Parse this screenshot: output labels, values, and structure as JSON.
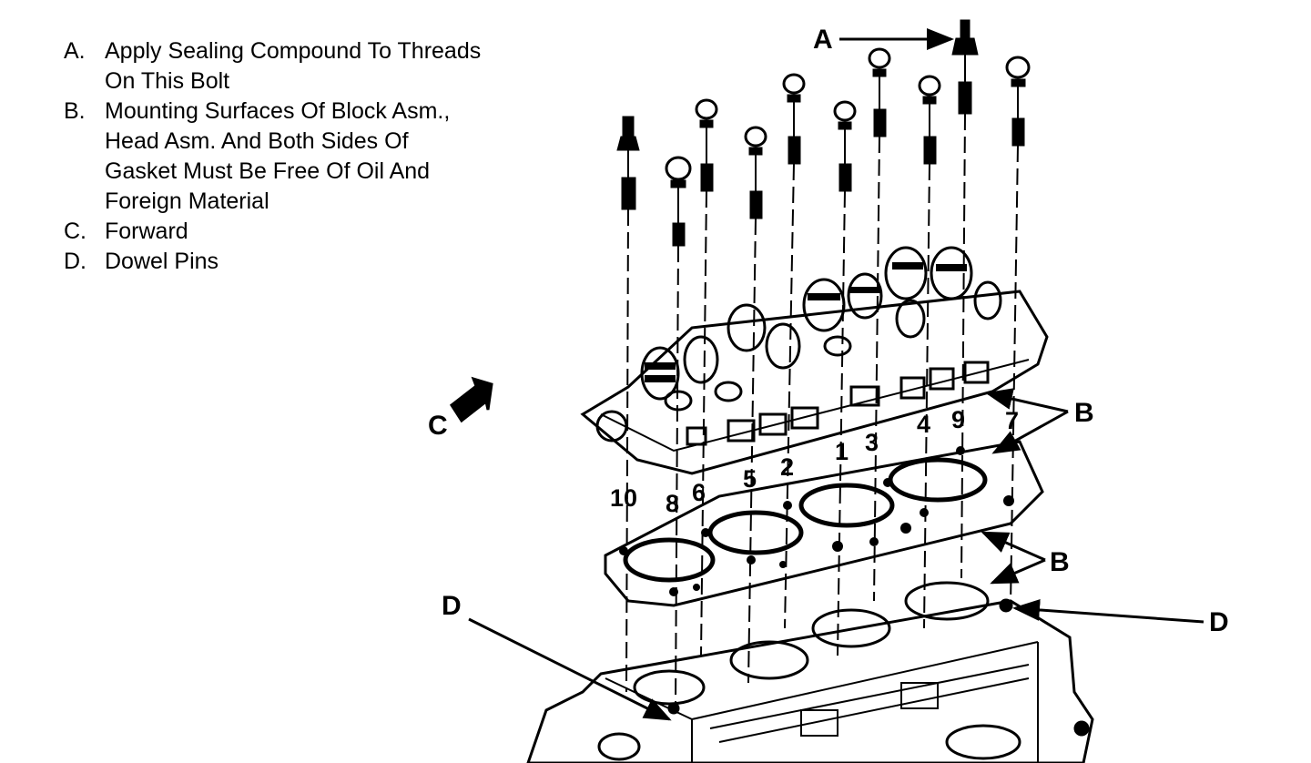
{
  "legend": [
    {
      "key": "A.",
      "text": "Apply Sealing Compound To Threads\nOn This Bolt"
    },
    {
      "key": "B.",
      "text": "Mounting Surfaces Of Block Asm.,\nHead Asm. And Both Sides Of\nGasket Must Be Free Of Oil And\nForeign Material"
    },
    {
      "key": "C.",
      "text": "Forward"
    },
    {
      "key": "D.",
      "text": "Dowel Pins"
    }
  ],
  "callouts": {
    "a": "A",
    "b1": "B",
    "b2": "B",
    "c": "C",
    "d_left": "D",
    "d_right": "D"
  },
  "bolt_numbers": [
    "10",
    "8",
    "6",
    "5",
    "2",
    "1",
    "3",
    "4",
    "9",
    "7"
  ]
}
